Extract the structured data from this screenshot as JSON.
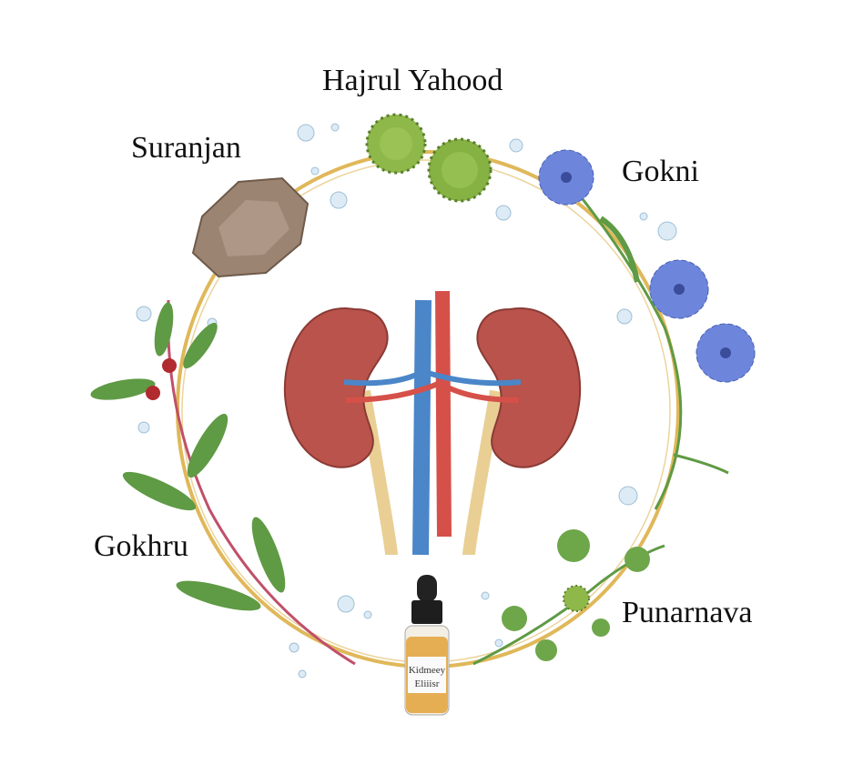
{
  "labels": {
    "hajrul_yahood": "Hajrul Yahood",
    "suranjan": "Suranjan",
    "gokni": "Gokni",
    "gokhru": "Gokhru",
    "punarnava": "Punarnava"
  },
  "bottle": {
    "line1": "Kidmeey",
    "line2": "Eliiisr"
  },
  "colors": {
    "ring": "#e0b85a",
    "kidney": "#b9534c",
    "artery": "#d6504a",
    "vein": "#4a86c8",
    "ureter": "#e9cf94",
    "leaf": "#5f9a45",
    "flower": "#6d86dc",
    "seed": "#8fb84a",
    "stone": "#9c8472",
    "berry": "#b02a30",
    "stem": "#c0506a",
    "elixir": "#e3a23a",
    "water": "#cfe3f0"
  }
}
